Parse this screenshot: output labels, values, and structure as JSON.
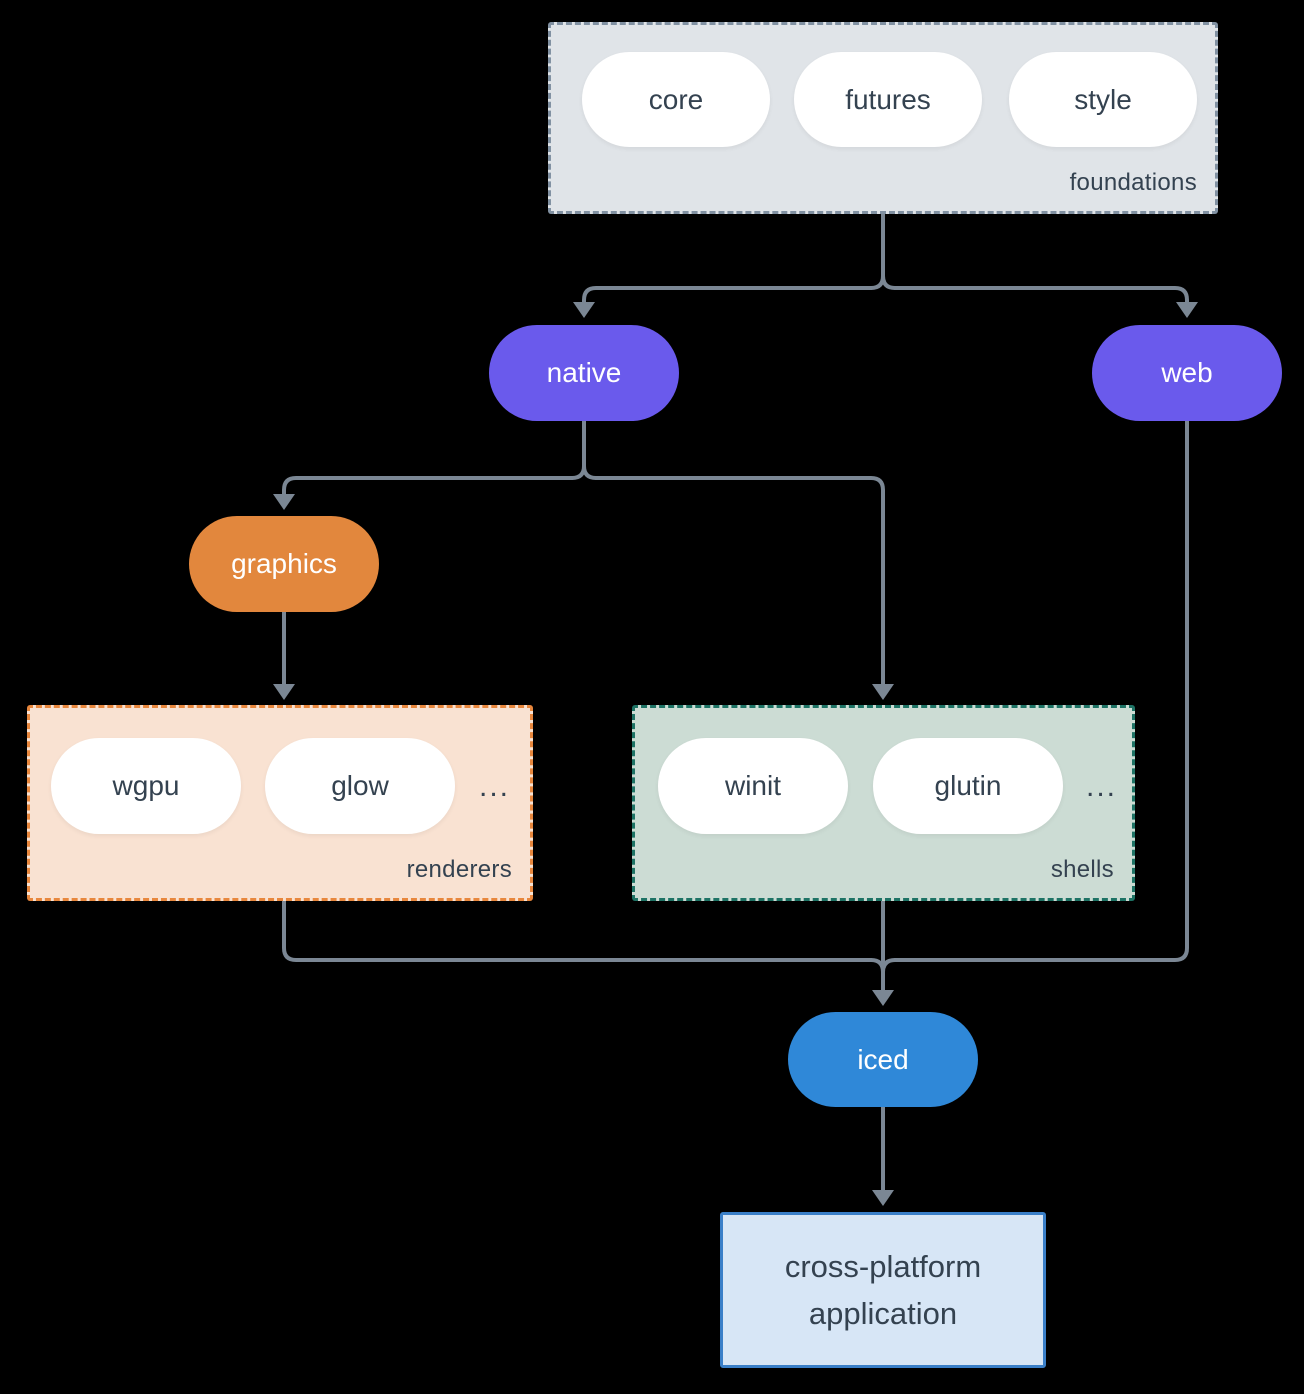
{
  "colors": {
    "bg": "#000000",
    "connector": "#7b8794",
    "node-text": "#344250",
    "pill-bg": "#ffffff",
    "purple": "#6a5aec",
    "orange": "#e2873d",
    "blue": "#2f88d8",
    "foundations-bg": "#e0e4e8",
    "foundations-border": "#8191a2",
    "renderers-bg": "#f9e2d2",
    "renderers-border": "#e8873d",
    "shells-bg": "#ccdcd4",
    "shells-border": "#1e7365",
    "app-bg": "#d7e6f6",
    "app-border": "#3a7fc8"
  },
  "diagram": {
    "foundations": {
      "label": "foundations",
      "pills": [
        "core",
        "futures",
        "style"
      ]
    },
    "native": {
      "label": "native"
    },
    "web": {
      "label": "web"
    },
    "graphics": {
      "label": "graphics"
    },
    "renderers": {
      "label": "renderers",
      "pills": [
        "wgpu",
        "glow"
      ],
      "more": "..."
    },
    "shells": {
      "label": "shells",
      "pills": [
        "winit",
        "glutin"
      ],
      "more": "..."
    },
    "iced": {
      "label": "iced"
    },
    "application": {
      "line1": "cross-platform",
      "line2": "application"
    }
  }
}
